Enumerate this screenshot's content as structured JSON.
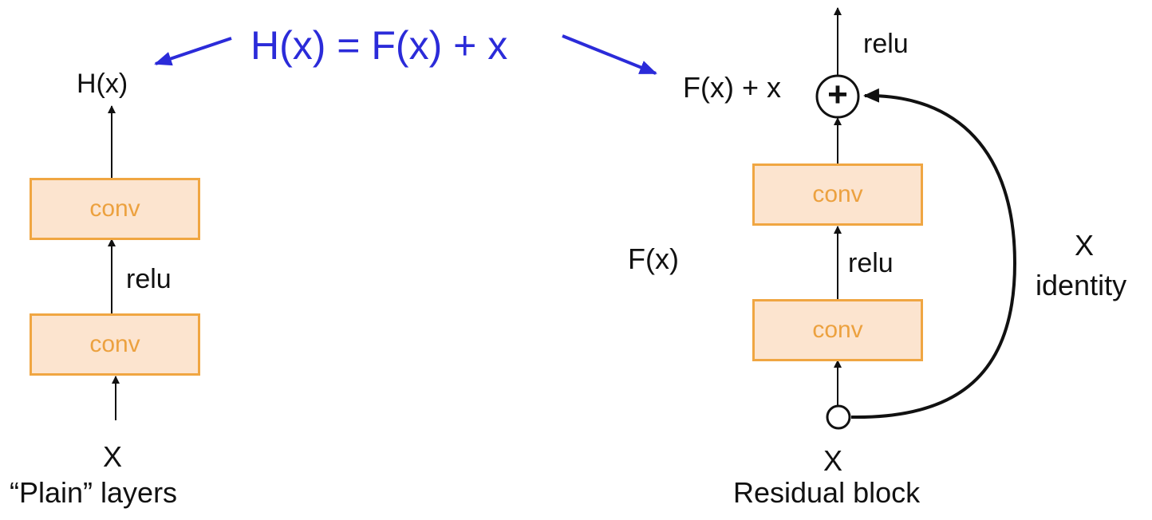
{
  "formula": {
    "text": "H(x) = F(x) + x",
    "color": "#2b2bd9"
  },
  "plain": {
    "output_label": "H(x)",
    "conv_top": "conv",
    "activation": "relu",
    "conv_bottom": "conv",
    "input_label": "X",
    "caption": "“Plain” layers"
  },
  "residual": {
    "output_activation": "relu",
    "sum_label": "F(x) + x",
    "sum_symbol": "+",
    "conv_top": "conv",
    "residual_label": "F(x)",
    "activation": "relu",
    "conv_bottom": "conv",
    "input_label": "X",
    "shortcut_label_line1": "X",
    "shortcut_label_line2": "identity",
    "caption": "Residual block"
  },
  "colors": {
    "box_fill": "#fce4cf",
    "box_border": "#f0a642",
    "box_text": "#eca13f",
    "line": "#111111",
    "accent": "#2b2bd9"
  }
}
